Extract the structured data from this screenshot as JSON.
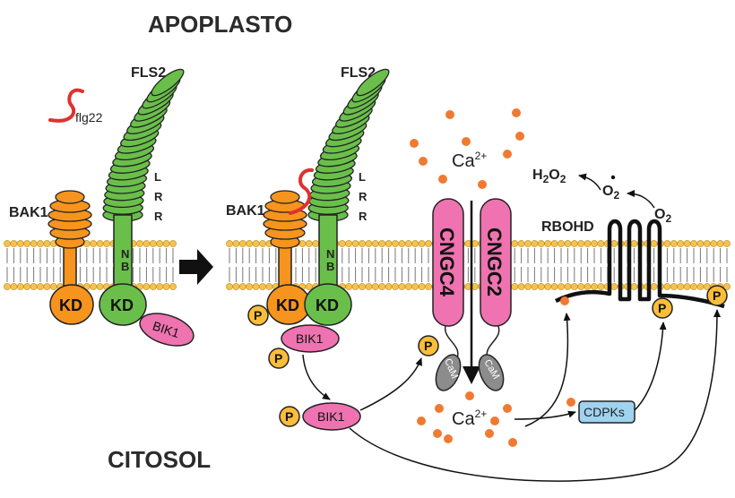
{
  "titles": {
    "top": "APOPLASTO",
    "bottom": "CITOSOL"
  },
  "labels": {
    "fls2": "FLS2",
    "bak1": "BAK1",
    "flg22": "flg22",
    "lrr_l": "L",
    "lrr_r1": "R",
    "lrr_r2": "R",
    "nb_n": "N",
    "nb_b": "B",
    "kd": "KD",
    "bik1": "BIK1",
    "p": "P",
    "ca": "Ca",
    "ca_sup": "2+",
    "cngc4": "CNGC4",
    "cngc2": "CNGC2",
    "cam": "CaM",
    "rbohd": "RBOHD",
    "h2o2": "H",
    "h2o2_sub1": "2",
    "h2o2_mid": "O",
    "h2o2_sub2": "2",
    "o2_rad": "O",
    "o2_rad_sub": "2",
    "o2": "O",
    "o2_sub": "2",
    "cdpks": "CDPKs"
  },
  "colors": {
    "orange": "#f7941d",
    "green": "#6abf4b",
    "pink": "#ee73b0",
    "gray": "#8c8c8c",
    "yellow": "#fbbd3a",
    "calcium": "#f07a32",
    "cdpks": "#9fd3f0",
    "flg22": "#e0312e",
    "membrane": "#f5c250"
  }
}
